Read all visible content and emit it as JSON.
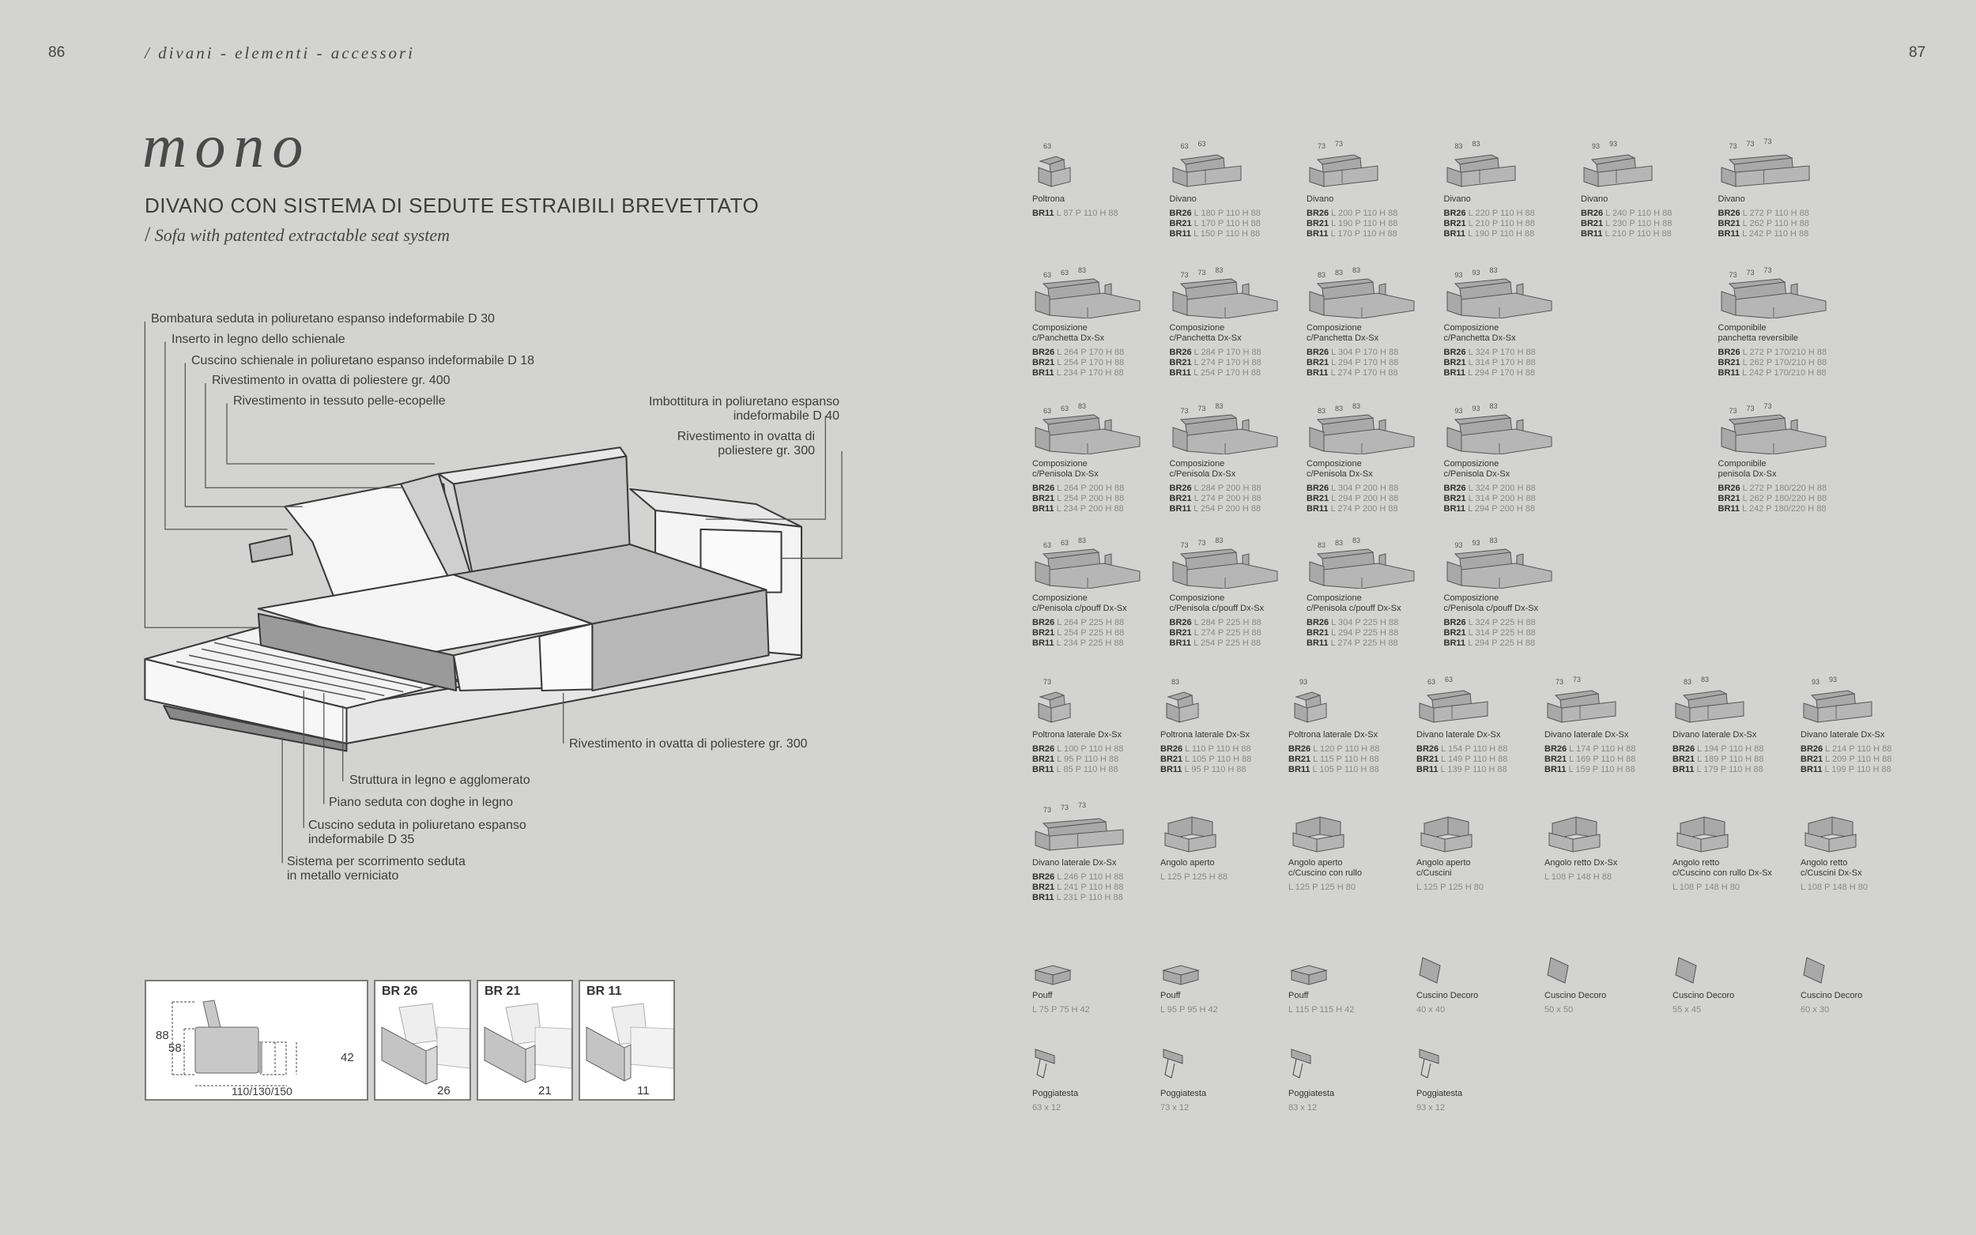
{
  "header": {
    "page_left": "86",
    "page_right": "87",
    "section": "/ divani - elementi - accessori"
  },
  "product": {
    "name": "mono",
    "subtitle": "DIVANO CON SISTEMA DI SEDUTE ESTRAIBILI BREVETTATO",
    "subtitle_en_slash": "/",
    "subtitle_en": "Sofa with patented extractable seat system"
  },
  "callouts": {
    "top": [
      "Bombatura seduta in poliuretano espanso indeformabile D 30",
      "Inserto in legno dello schienale",
      "Cuscino schienale in poliuretano espanso indeformabile D 18",
      "Rivestimento in ovatta di poliestere gr. 400",
      "Rivestimento in tessuto pelle-ecopelle"
    ],
    "right": [
      [
        "Imbottitura in poliuretano espanso",
        "indeformabile D 40"
      ],
      [
        "Rivestimento in ovatta di",
        "poliestere gr. 300"
      ]
    ],
    "bottom": [
      [
        "Rivestimento in ovatta di poliestere gr. 300"
      ],
      [
        "Struttura in legno e agglomerato"
      ],
      [
        "Piano seduta con doghe in legno"
      ],
      [
        "Cuscino seduta in poliuretano espanso",
        "indeformabile D 35"
      ],
      [
        "Sistema per scorrimento seduta",
        "in metallo verniciato"
      ]
    ]
  },
  "profile": {
    "h_total": "88",
    "h_arm": "58",
    "h_seat": "42",
    "depth": "110/130/150"
  },
  "arms": [
    {
      "title": "BR 26",
      "value": "26"
    },
    {
      "title": "BR 21",
      "value": "21"
    },
    {
      "title": "BR 11",
      "value": "11"
    }
  ],
  "catalog": [
    {
      "cols": 6,
      "items": [
        {
          "icon": "armchair",
          "w": [
            "63"
          ],
          "name": [
            "Poltrona"
          ],
          "dims": [
            [
              "BR11",
              "L 87 P 110 H 88"
            ]
          ]
        },
        {
          "icon": "sofa2",
          "w": [
            "63",
            "63"
          ],
          "name": [
            "Divano"
          ],
          "dims": [
            [
              "BR26",
              "L 180 P 110 H 88"
            ],
            [
              "BR21",
              "L 170 P 110 H 88"
            ],
            [
              "BR11",
              "L 150 P 110 H 88"
            ]
          ]
        },
        {
          "icon": "sofa2",
          "w": [
            "73",
            "73"
          ],
          "name": [
            "Divano"
          ],
          "dims": [
            [
              "BR26",
              "L 200 P 110 H 88"
            ],
            [
              "BR21",
              "L 190 P 110 H 88"
            ],
            [
              "BR11",
              "L 170 P 110 H 88"
            ]
          ]
        },
        {
          "icon": "sofa2",
          "w": [
            "83",
            "83"
          ],
          "name": [
            "Divano"
          ],
          "dims": [
            [
              "BR26",
              "L 220 P 110 H 88"
            ],
            [
              "BR21",
              "L 210 P 110 H 88"
            ],
            [
              "BR11",
              "L 190 P 110 H 88"
            ]
          ]
        },
        {
          "icon": "sofa2",
          "w": [
            "93",
            "93"
          ],
          "name": [
            "Divano"
          ],
          "dims": [
            [
              "BR26",
              "L 240 P 110 H 88"
            ],
            [
              "BR21",
              "L 230 P 110 H 88"
            ],
            [
              "BR11",
              "L 210 P 110 H 88"
            ]
          ]
        },
        {
          "icon": "sofa3",
          "w": [
            "73",
            "73",
            "73"
          ],
          "name": [
            "Divano"
          ],
          "dims": [
            [
              "BR26",
              "L 272 P 110 H 88"
            ],
            [
              "BR21",
              "L 262 P 110 H 88"
            ],
            [
              "BR11",
              "L 242 P 110 H 88"
            ]
          ]
        }
      ]
    },
    {
      "cols": 6,
      "items": [
        {
          "icon": "chaise",
          "w": [
            "63",
            "63",
            "83"
          ],
          "name": [
            "Composizione",
            "c/Panchetta Dx-Sx"
          ],
          "dims": [
            [
              "BR26",
              "L 264 P 170 H 88"
            ],
            [
              "BR21",
              "L 254 P 170 H 88"
            ],
            [
              "BR11",
              "L 234 P 170 H 88"
            ]
          ]
        },
        {
          "icon": "chaise",
          "w": [
            "73",
            "73",
            "83"
          ],
          "name": [
            "Composizione",
            "c/Panchetta Dx-Sx"
          ],
          "dims": [
            [
              "BR26",
              "L 284 P 170 H 88"
            ],
            [
              "BR21",
              "L 274 P 170 H 88"
            ],
            [
              "BR11",
              "L 254 P 170 H 88"
            ]
          ]
        },
        {
          "icon": "chaise",
          "w": [
            "83",
            "83",
            "83"
          ],
          "name": [
            "Composizione",
            "c/Panchetta Dx-Sx"
          ],
          "dims": [
            [
              "BR26",
              "L 304 P 170 H 88"
            ],
            [
              "BR21",
              "L 294 P 170 H 88"
            ],
            [
              "BR11",
              "L 274 P 170 H 88"
            ]
          ]
        },
        {
          "icon": "chaise",
          "w": [
            "93",
            "93",
            "83"
          ],
          "name": [
            "Composizione",
            "c/Panchetta Dx-Sx"
          ],
          "dims": [
            [
              "BR26",
              "L 324 P 170 H 88"
            ],
            [
              "BR21",
              "L 314 P 170 H 88"
            ],
            [
              "BR11",
              "L 294 P 170 H 88"
            ]
          ]
        },
        null,
        {
          "icon": "chaise",
          "w": [
            "73",
            "73",
            "73"
          ],
          "name": [
            "Componibile",
            "panchetta reversibile"
          ],
          "dims": [
            [
              "BR26",
              "L 272 P 170/210 H 88"
            ],
            [
              "BR21",
              "L 262 P 170/210 H 88"
            ],
            [
              "BR11",
              "L 242 P 170/210 H 88"
            ]
          ]
        }
      ]
    },
    {
      "cols": 6,
      "items": [
        {
          "icon": "chaise",
          "w": [
            "63",
            "63",
            "83"
          ],
          "name": [
            "Composizione",
            "c/Penisola Dx-Sx"
          ],
          "dims": [
            [
              "BR26",
              "L 264 P 200 H 88"
            ],
            [
              "BR21",
              "L 254 P 200 H 88"
            ],
            [
              "BR11",
              "L 234 P 200 H 88"
            ]
          ]
        },
        {
          "icon": "chaise",
          "w": [
            "73",
            "73",
            "83"
          ],
          "name": [
            "Composizione",
            "c/Penisola Dx-Sx"
          ],
          "dims": [
            [
              "BR26",
              "L 284 P 200 H 88"
            ],
            [
              "BR21",
              "L 274 P 200 H 88"
            ],
            [
              "BR11",
              "L 254 P 200 H 88"
            ]
          ]
        },
        {
          "icon": "chaise",
          "w": [
            "83",
            "83",
            "83"
          ],
          "name": [
            "Composizione",
            "c/Penisola Dx-Sx"
          ],
          "dims": [
            [
              "BR26",
              "L 304 P 200 H 88"
            ],
            [
              "BR21",
              "L 294 P 200 H 88"
            ],
            [
              "BR11",
              "L 274 P 200 H 88"
            ]
          ]
        },
        {
          "icon": "chaise",
          "w": [
            "93",
            "93",
            "83"
          ],
          "name": [
            "Composizione",
            "c/Penisola Dx-Sx"
          ],
          "dims": [
            [
              "BR26",
              "L 324 P 200 H 88"
            ],
            [
              "BR21",
              "L 314 P 200 H 88"
            ],
            [
              "BR11",
              "L 294 P 200 H 88"
            ]
          ]
        },
        null,
        {
          "icon": "chaise",
          "w": [
            "73",
            "73",
            "73"
          ],
          "name": [
            "Componibile",
            "penisola Dx-Sx"
          ],
          "dims": [
            [
              "BR26",
              "L 272 P 180/220 H 88"
            ],
            [
              "BR21",
              "L 262 P 180/220 H 88"
            ],
            [
              "BR11",
              "L 242 P 180/220 H 88"
            ]
          ]
        }
      ]
    },
    {
      "cols": 6,
      "items": [
        {
          "icon": "chaise",
          "w": [
            "63",
            "63",
            "83"
          ],
          "name": [
            "Composizione",
            "c/Penisola c/pouff Dx-Sx"
          ],
          "dims": [
            [
              "BR26",
              "L 264 P 225 H 88"
            ],
            [
              "BR21",
              "L 254 P 225 H 88"
            ],
            [
              "BR11",
              "L 234 P 225 H 88"
            ]
          ]
        },
        {
          "icon": "chaise",
          "w": [
            "73",
            "73",
            "83"
          ],
          "name": [
            "Composizione",
            "c/Penisola c/pouff Dx-Sx"
          ],
          "dims": [
            [
              "BR26",
              "L 284 P 225 H 88"
            ],
            [
              "BR21",
              "L 274 P 225 H 88"
            ],
            [
              "BR11",
              "L 254 P 225 H 88"
            ]
          ]
        },
        {
          "icon": "chaise",
          "w": [
            "83",
            "83",
            "83"
          ],
          "name": [
            "Composizione",
            "c/Penisola c/pouff Dx-Sx"
          ],
          "dims": [
            [
              "BR26",
              "L 304 P 225 H 88"
            ],
            [
              "BR21",
              "L 294 P 225 H 88"
            ],
            [
              "BR11",
              "L 274 P 225 H 88"
            ]
          ]
        },
        {
          "icon": "chaise",
          "w": [
            "93",
            "93",
            "83"
          ],
          "name": [
            "Composizione",
            "c/Penisola c/pouff Dx-Sx"
          ],
          "dims": [
            [
              "BR26",
              "L 324 P 225 H 88"
            ],
            [
              "BR21",
              "L 314 P 225 H 88"
            ],
            [
              "BR11",
              "L 294 P 225 H 88"
            ]
          ]
        }
      ]
    },
    {
      "cols": 7,
      "items": [
        {
          "icon": "armchair",
          "w": [
            "73"
          ],
          "name": [
            "Poltrona laterale Dx-Sx"
          ],
          "dims": [
            [
              "BR26",
              "L 100 P 110 H 88"
            ],
            [
              "BR21",
              "L 95 P 110 H 88"
            ],
            [
              "BR11",
              "L 85 P 110 H 88"
            ]
          ]
        },
        {
          "icon": "armchair",
          "w": [
            "83"
          ],
          "name": [
            "Poltrona laterale Dx-Sx"
          ],
          "dims": [
            [
              "BR26",
              "L 110 P 110 H 88"
            ],
            [
              "BR21",
              "L 105 P 110 H 88"
            ],
            [
              "BR11",
              "L 95 P 110 H 88"
            ]
          ]
        },
        {
          "icon": "armchair",
          "w": [
            "93"
          ],
          "name": [
            "Poltrona laterale Dx-Sx"
          ],
          "dims": [
            [
              "BR26",
              "L 120 P 110 H 88"
            ],
            [
              "BR21",
              "L 115 P 110 H 88"
            ],
            [
              "BR11",
              "L 105 P 110 H 88"
            ]
          ]
        },
        {
          "icon": "sofa2",
          "w": [
            "63",
            "63"
          ],
          "name": [
            "Divano laterale Dx-Sx"
          ],
          "dims": [
            [
              "BR26",
              "L 154 P 110 H 88"
            ],
            [
              "BR21",
              "L 149 P 110 H 88"
            ],
            [
              "BR11",
              "L 139 P 110 H 88"
            ]
          ]
        },
        {
          "icon": "sofa2",
          "w": [
            "73",
            "73"
          ],
          "name": [
            "Divano laterale Dx-Sx"
          ],
          "dims": [
            [
              "BR26",
              "L 174 P 110 H 88"
            ],
            [
              "BR21",
              "L 169 P 110 H 88"
            ],
            [
              "BR11",
              "L 159 P 110 H 88"
            ]
          ]
        },
        {
          "icon": "sofa2",
          "w": [
            "83",
            "83"
          ],
          "name": [
            "Divano laterale Dx-Sx"
          ],
          "dims": [
            [
              "BR26",
              "L 194 P 110 H 88"
            ],
            [
              "BR21",
              "L 189 P 110 H 88"
            ],
            [
              "BR11",
              "L 179 P 110 H 88"
            ]
          ]
        },
        {
          "icon": "sofa2",
          "w": [
            "93",
            "93"
          ],
          "name": [
            "Divano laterale Dx-Sx"
          ],
          "dims": [
            [
              "BR26",
              "L 214 P 110 H 88"
            ],
            [
              "BR21",
              "L 209 P 110 H 88"
            ],
            [
              "BR11",
              "L 199 P 110 H 88"
            ]
          ]
        }
      ]
    },
    {
      "cols": 7,
      "items": [
        {
          "icon": "sofa3",
          "w": [
            "73",
            "73",
            "73"
          ],
          "name": [
            "Divano laterale Dx-Sx"
          ],
          "dims": [
            [
              "BR26",
              "L 246 P 110 H 88"
            ],
            [
              "BR21",
              "L 241 P 110 H 88"
            ],
            [
              "BR11",
              "L 231 P 110 H 88"
            ]
          ]
        },
        {
          "icon": "corner",
          "w": [],
          "name": [
            "Angolo aperto"
          ],
          "dims": [
            [
              "",
              "L 125 P 125 H 88"
            ]
          ]
        },
        {
          "icon": "corner",
          "w": [],
          "name": [
            "Angolo aperto",
            "c/Cuscino con rullo"
          ],
          "dims": [
            [
              "",
              "L 125 P 125 H 80"
            ]
          ]
        },
        {
          "icon": "corner",
          "w": [],
          "name": [
            "Angolo aperto",
            "c/Cuscini"
          ],
          "dims": [
            [
              "",
              "L 125 P 125 H 80"
            ]
          ]
        },
        {
          "icon": "corner",
          "w": [],
          "name": [
            "Angolo retto Dx-Sx"
          ],
          "dims": [
            [
              "",
              "L 108 P 148 H 88"
            ]
          ]
        },
        {
          "icon": "corner",
          "w": [],
          "name": [
            "Angolo retto",
            "c/Cuscino con rullo Dx-Sx"
          ],
          "dims": [
            [
              "",
              "L 108 P 148 H 80"
            ]
          ]
        },
        {
          "icon": "corner",
          "w": [],
          "name": [
            "Angolo retto",
            "c/Cuscini Dx-Sx"
          ],
          "dims": [
            [
              "",
              "L 108 P 148 H 80"
            ]
          ]
        }
      ]
    },
    {
      "cols": 7,
      "items": [
        {
          "icon": "pouf",
          "w": [],
          "name": [
            "Pouff"
          ],
          "dims": [
            [
              "",
              "L 75 P 75 H 42"
            ]
          ]
        },
        {
          "icon": "pouf",
          "w": [],
          "name": [
            "Pouff"
          ],
          "dims": [
            [
              "",
              "L 95 P 95 H 42"
            ]
          ]
        },
        {
          "icon": "pouf",
          "w": [],
          "name": [
            "Pouff"
          ],
          "dims": [
            [
              "",
              "L 115 P 115 H 42"
            ]
          ]
        },
        {
          "icon": "cushion",
          "w": [],
          "name": [
            "Cuscino Decoro"
          ],
          "dims": [
            [
              "",
              "40 x 40"
            ]
          ]
        },
        {
          "icon": "cushion",
          "w": [],
          "name": [
            "Cuscino Decoro"
          ],
          "dims": [
            [
              "",
              "50 x 50"
            ]
          ]
        },
        {
          "icon": "cushion",
          "w": [],
          "name": [
            "Cuscino Decoro"
          ],
          "dims": [
            [
              "",
              "55 x 45"
            ]
          ]
        },
        {
          "icon": "cushion",
          "w": [],
          "name": [
            "Cuscino Decoro"
          ],
          "dims": [
            [
              "",
              "60 x 30"
            ]
          ]
        }
      ]
    },
    {
      "cols": 7,
      "items": [
        {
          "icon": "headrest",
          "w": [],
          "name": [
            "Poggiatesta"
          ],
          "dims": [
            [
              "",
              "63 x 12"
            ]
          ]
        },
        {
          "icon": "headrest",
          "w": [],
          "name": [
            "Poggiatesta"
          ],
          "dims": [
            [
              "",
              "73 x 12"
            ]
          ]
        },
        {
          "icon": "headrest",
          "w": [],
          "name": [
            "Poggiatesta"
          ],
          "dims": [
            [
              "",
              "83 x 12"
            ]
          ]
        },
        {
          "icon": "headrest",
          "w": [],
          "name": [
            "Poggiatesta"
          ],
          "dims": [
            [
              "",
              "93 x 12"
            ]
          ]
        }
      ]
    }
  ]
}
